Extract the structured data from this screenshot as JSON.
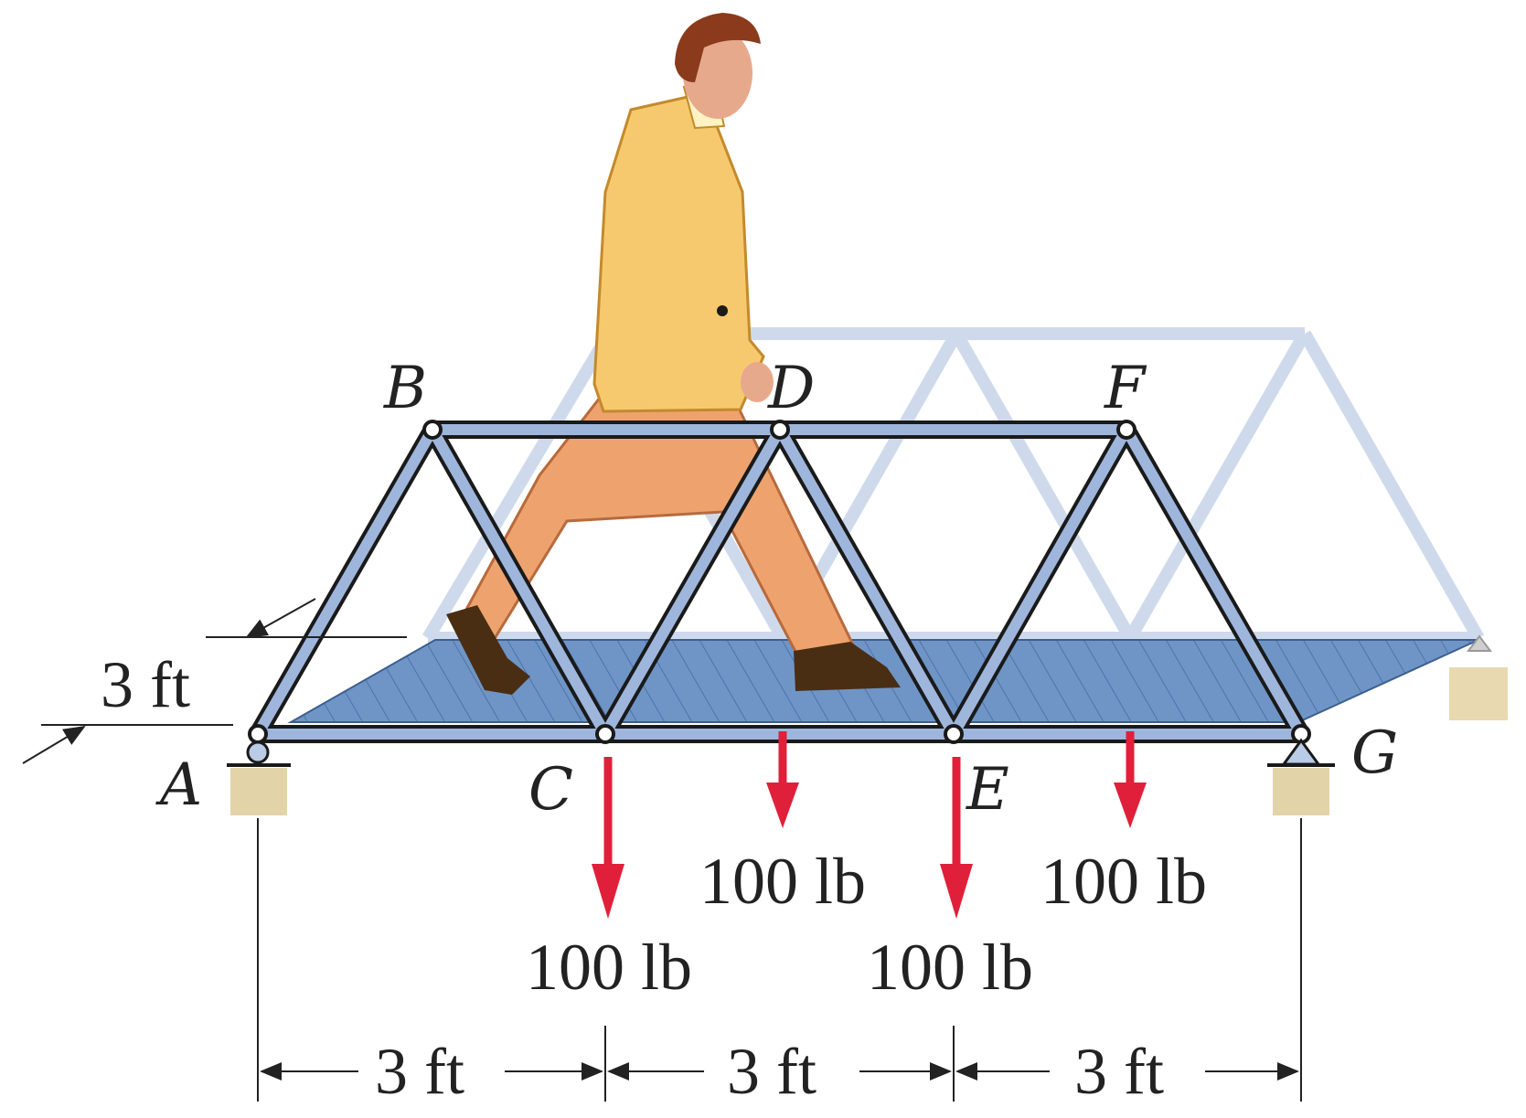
{
  "nodes": {
    "A": "A",
    "B": "B",
    "C": "C",
    "D": "D",
    "E": "E",
    "F": "F",
    "G": "G"
  },
  "loads": {
    "c": "100 lb",
    "d": "100 lb",
    "e": "100 lb",
    "f": "100 lb"
  },
  "dimensions": {
    "ac": "3 ft",
    "ce": "3 ft",
    "eg": "3 ft",
    "width": "3 ft"
  },
  "colors": {
    "member": "#9fb6dc",
    "member_back": "#c9d6ea",
    "outline": "#1a1a1a",
    "deck": "#6f95c6",
    "load_arrow": "#e0203a",
    "support": "#e3d3a8",
    "jacket": "#f6c96f",
    "pants": "#eea36e",
    "shoes": "#4a2e14",
    "skin": "#e7a98c",
    "hair": "#8b3a1c"
  }
}
